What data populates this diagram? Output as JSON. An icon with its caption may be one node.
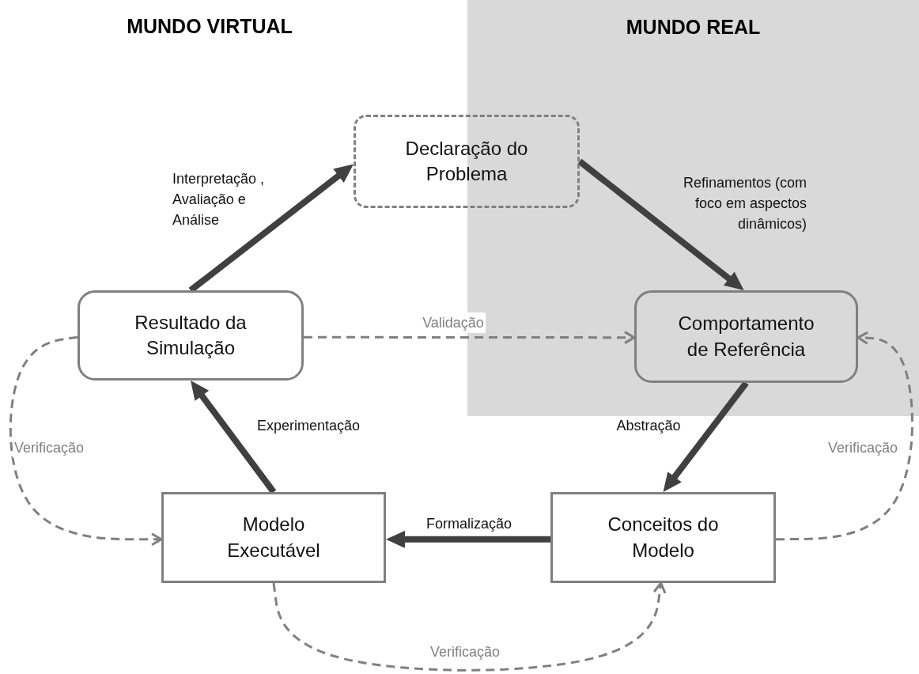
{
  "diagram": {
    "nodes": [
      {
        "text": [
          "MUNDO REAL"
        ]
      },
      {
        "text": [
          "Declaração do Problema"
        ]
      },
      {
        "text": [
          "Resultado da Simulação"
        ]
      },
      {
        "text": [
          "Comportamento de Referência"
        ],
        "in": 0
      },
      {
        "text": [
          "Modelo Executável"
        ]
      },
      {
        "text": [
          "Conceitos do Modelo"
        ]
      }
    ],
    "edges": [
      {
        "from": 2,
        "to": 1,
        "arrow": "to",
        "label": "Interpretação , Avaliação e Análise"
      },
      {
        "from": 1,
        "to": 3,
        "arrow": "to",
        "label": "Refinamentos (com foco em aspectos dinâmicos)"
      },
      {
        "from": 3,
        "to": 5,
        "arrow": "to",
        "label": "Abstração"
      },
      {
        "from": 5,
        "to": 4,
        "arrow": "to",
        "label": "Formalização"
      },
      {
        "from": 4,
        "to": 2,
        "arrow": "to",
        "label": "Experimentação"
      },
      {
        "from": 2,
        "to": 3,
        "arrow": "to",
        "label": "Validação",
        "style": "dashed",
        "color": "#808080"
      },
      {
        "from": 2,
        "to": 4,
        "arrow": "to",
        "label": "Verificação",
        "style": "dashed",
        "color": "#808080"
      },
      {
        "from": 5,
        "to": 3,
        "arrow": "to",
        "label": "Verificação",
        "style": "dashed",
        "color": "#808080"
      },
      {
        "from": 4,
        "to": 5,
        "arrow": "to",
        "label": "Verificação",
        "style": "dashed",
        "color": "#808080"
      }
    ],
    "labels": [
      "MUNDO VIRTUAL"
    ]
  }
}
